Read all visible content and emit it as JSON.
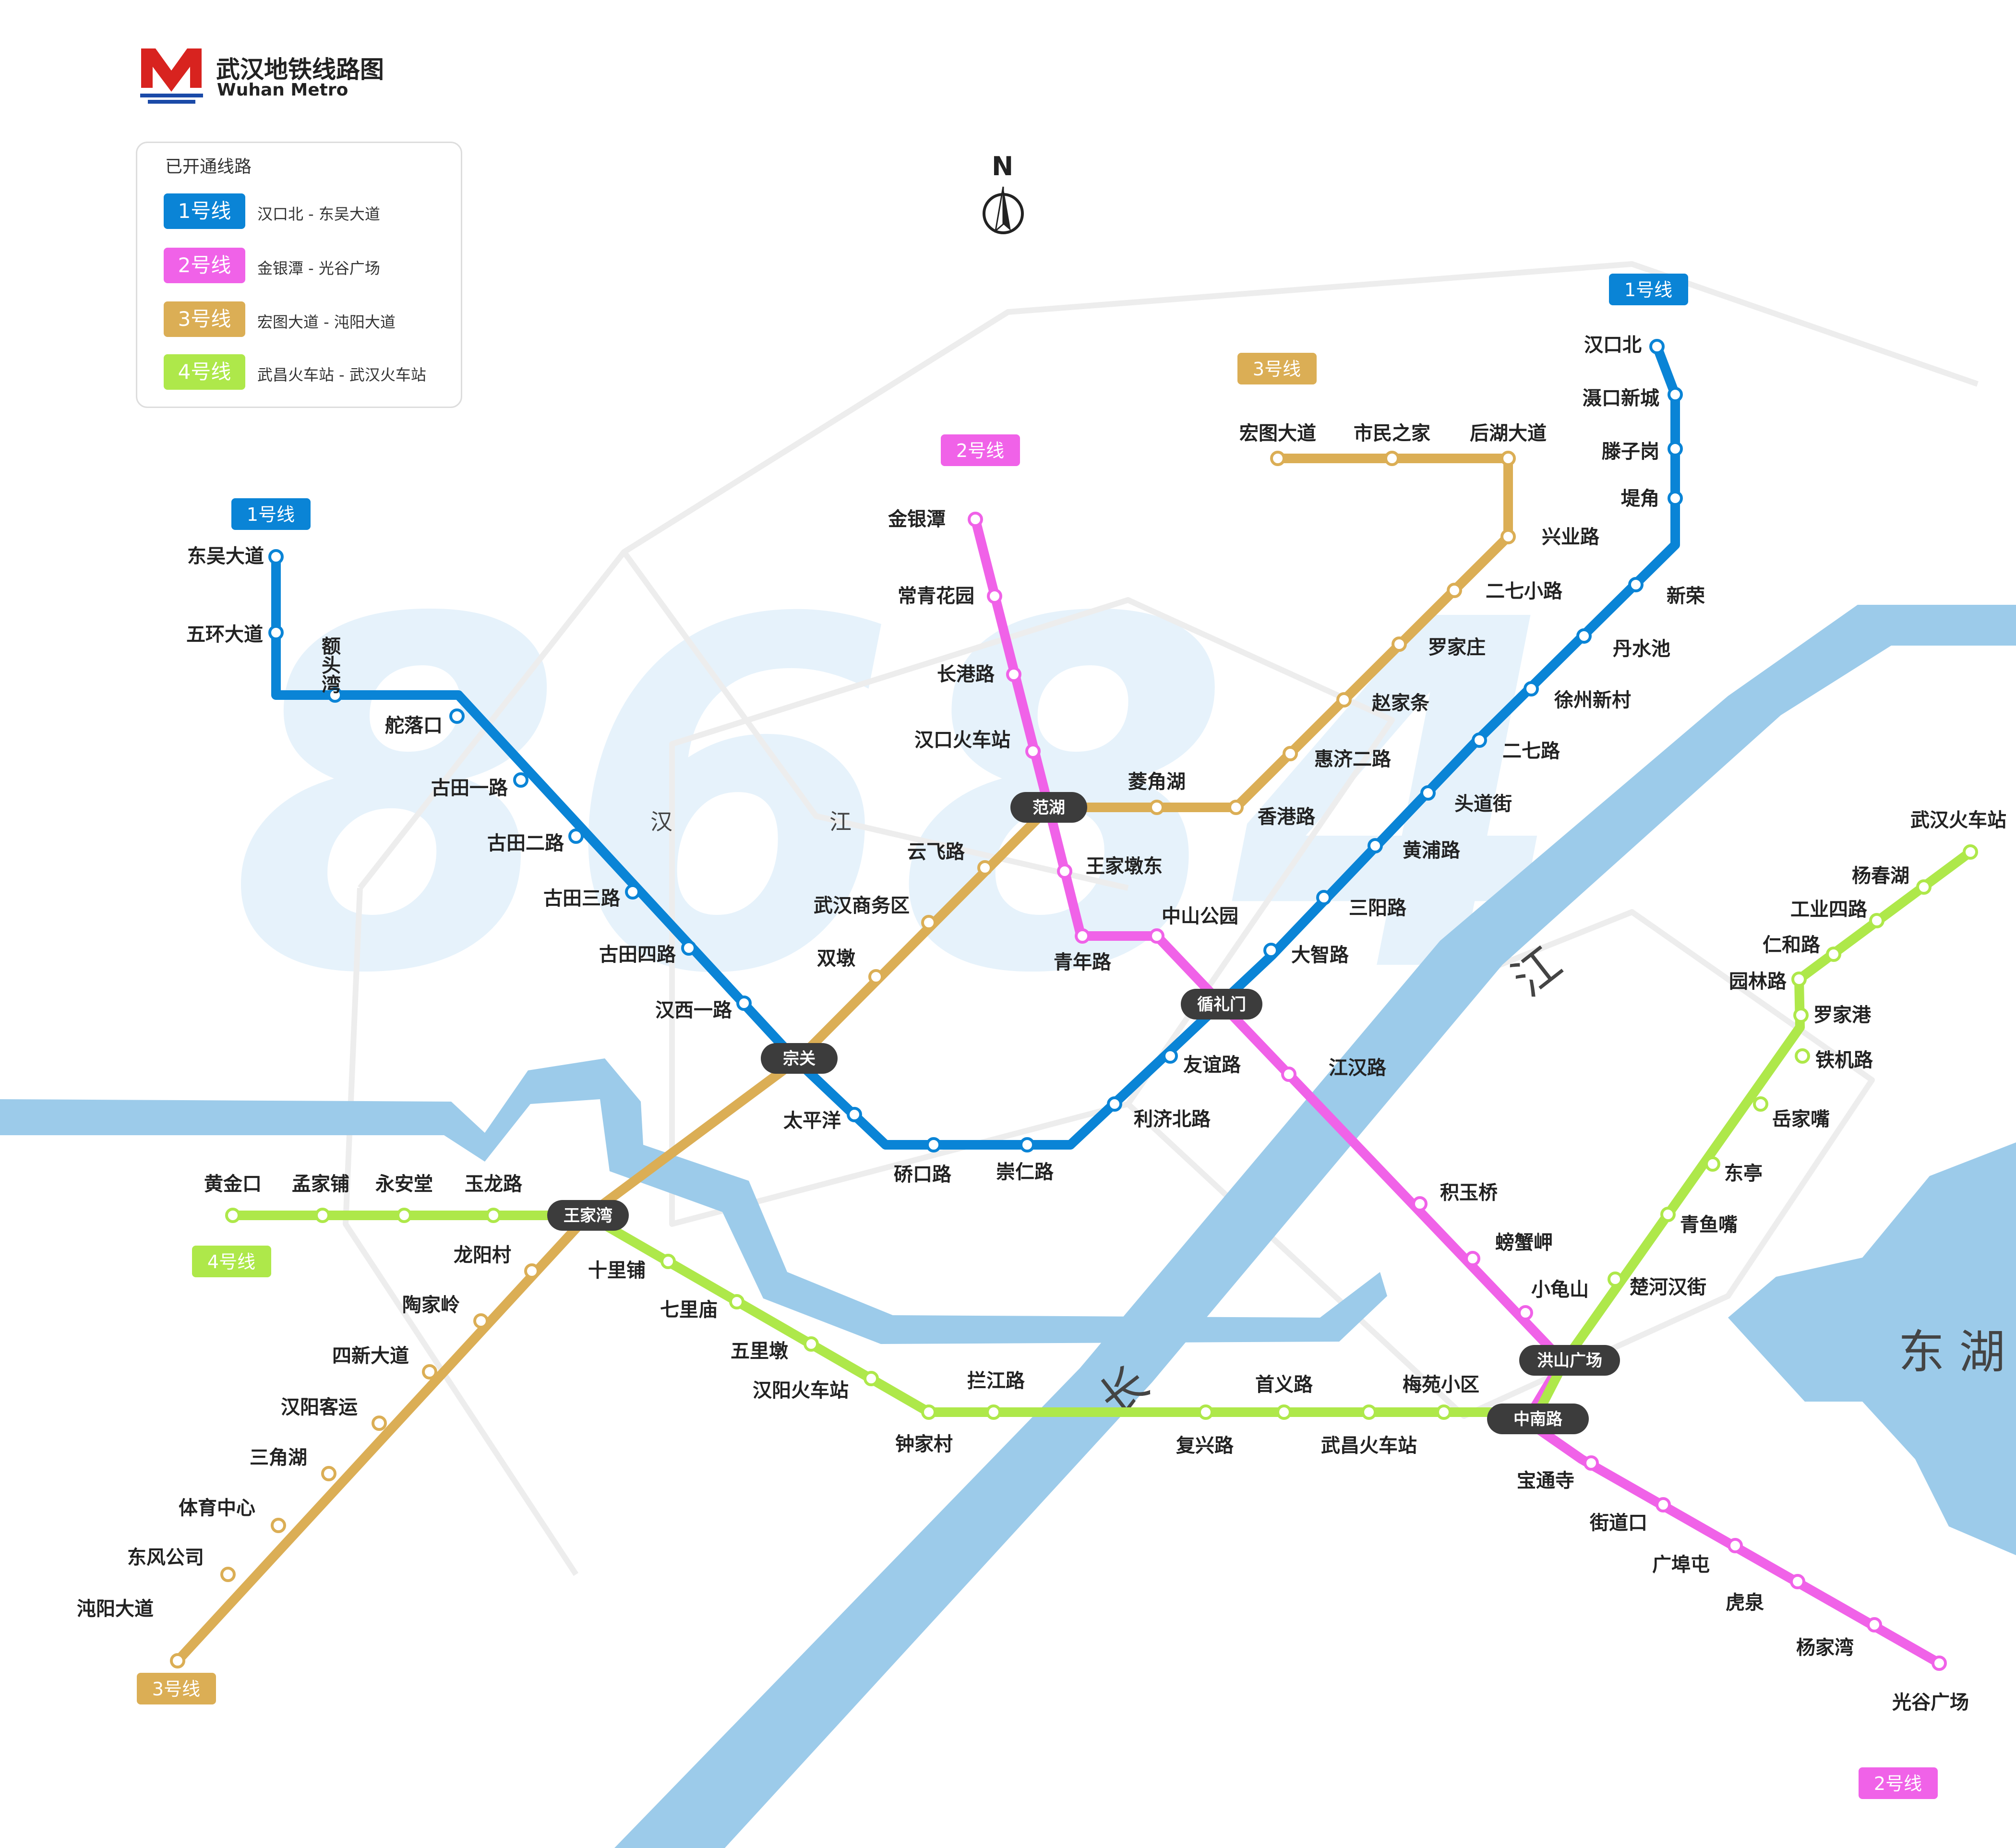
{
  "header": {
    "logo_mark": "M",
    "title": "武汉地铁线路图",
    "subtitle": "Wuhan Metro"
  },
  "legend": {
    "title": "已开通线路",
    "items": [
      {
        "badge": "1号线",
        "route": "汉口北 - 东吴大道",
        "color": "#0a84d6"
      },
      {
        "badge": "2号线",
        "route": "金银潭 - 光谷广场",
        "color": "#f062e8"
      },
      {
        "badge": "3号线",
        "route": "宏图大道 - 沌阳大道",
        "color": "#dbae55"
      },
      {
        "badge": "4号线",
        "route": "武昌火车站 - 武汉火车站",
        "color": "#aee84a"
      }
    ]
  },
  "compass": {
    "label": "N",
    "icon": "north-arrow-icon"
  },
  "watermark": "8684",
  "water_labels": {
    "han_1": "汉",
    "han_2": "江",
    "chang_1": "长",
    "chang_2": "江",
    "east_lake": "东 湖"
  },
  "colors": {
    "line1": "#0a84d6",
    "line2": "#f062e8",
    "line3": "#dbae55",
    "line4": "#aee84a",
    "water": "#9ccbea",
    "watermark": "#e6f2fb",
    "transfer": "#3c3c3c"
  },
  "lines": {
    "line1": {
      "name": "1号线",
      "tags": [
        "1号线",
        "1号线"
      ],
      "stations": {
        "s0": "汉口北",
        "s1": "滠口新城",
        "s2": "滕子岗",
        "s3": "堤角",
        "s4": "新荣",
        "s5": "丹水池",
        "s6": "徐州新村",
        "s7": "二七路",
        "s8": "头道街",
        "s9": "黄浦路",
        "s10": "三阳路",
        "s11": "大智路",
        "s12": "友谊路",
        "s13": "利济北路",
        "s14": "崇仁路",
        "s15": "硚口路",
        "s16": "太平洋",
        "s17": "汉西一路",
        "s18": "古田四路",
        "s19": "古田三路",
        "s20": "古田二路",
        "s21": "古田一路",
        "s22": "舵落口",
        "s23": "额头湾",
        "s24": "五环大道",
        "s25": "东吴大道"
      }
    },
    "line2": {
      "name": "2号线",
      "tags": [
        "2号线",
        "2号线"
      ],
      "stations": {
        "s0": "金银潭",
        "s1": "常青花园",
        "s2": "长港路",
        "s3": "汉口火车站",
        "s4": "王家墩东",
        "s5": "青年路",
        "s6": "中山公园",
        "s7": "江汉路",
        "s8": "积玉桥",
        "s9": "螃蟹岬",
        "s10": "小龟山",
        "s11": "宝通寺",
        "s12": "街道口",
        "s13": "广埠屯",
        "s14": "虎泉",
        "s15": "杨家湾",
        "s16": "光谷广场"
      }
    },
    "line3": {
      "name": "3号线",
      "tags": [
        "3号线",
        "3号线"
      ],
      "stations": {
        "s0": "宏图大道",
        "s1": "市民之家",
        "s2": "后湖大道",
        "s3": "兴业路",
        "s4": "二七小路",
        "s5": "罗家庄",
        "s6": "赵家条",
        "s7": "惠济二路",
        "s8": "香港路",
        "s9": "菱角湖",
        "s10": "云飞路",
        "s11": "武汉商务区",
        "s12": "双墩",
        "s13": "龙阳村",
        "s14": "陶家岭",
        "s15": "四新大道",
        "s16": "汉阳客运",
        "s17": "三角湖",
        "s18": "体育中心",
        "s19": "东风公司",
        "s20": "沌阳大道"
      }
    },
    "line4": {
      "name": "4号线",
      "tags": [
        "4号线"
      ],
      "stations": {
        "s0": "黄金口",
        "s1": "孟家铺",
        "s2": "永安堂",
        "s3": "玉龙路",
        "s4": "十里铺",
        "s5": "七里庙",
        "s6": "五里墩",
        "s7": "汉阳火车站",
        "s8": "钟家村",
        "s9": "拦江路",
        "s10": "复兴路",
        "s11": "首义路",
        "s12": "武昌火车站",
        "s13": "梅苑小区",
        "s14": "楚河汉街",
        "s15": "青鱼嘴",
        "s16": "东亭",
        "s17": "岳家嘴",
        "s18": "铁机路",
        "s19": "罗家港",
        "s20": "园林路",
        "s21": "仁和路",
        "s22": "工业四路",
        "s23": "杨春湖",
        "s24": "武汉火车站"
      }
    }
  },
  "transfers": {
    "fanhu": "范湖",
    "xunlimen": "循礼门",
    "zongguan": "宗关",
    "wangjiawan": "王家湾",
    "hongshan": "洪山广场",
    "zhongnan": "中南路"
  }
}
